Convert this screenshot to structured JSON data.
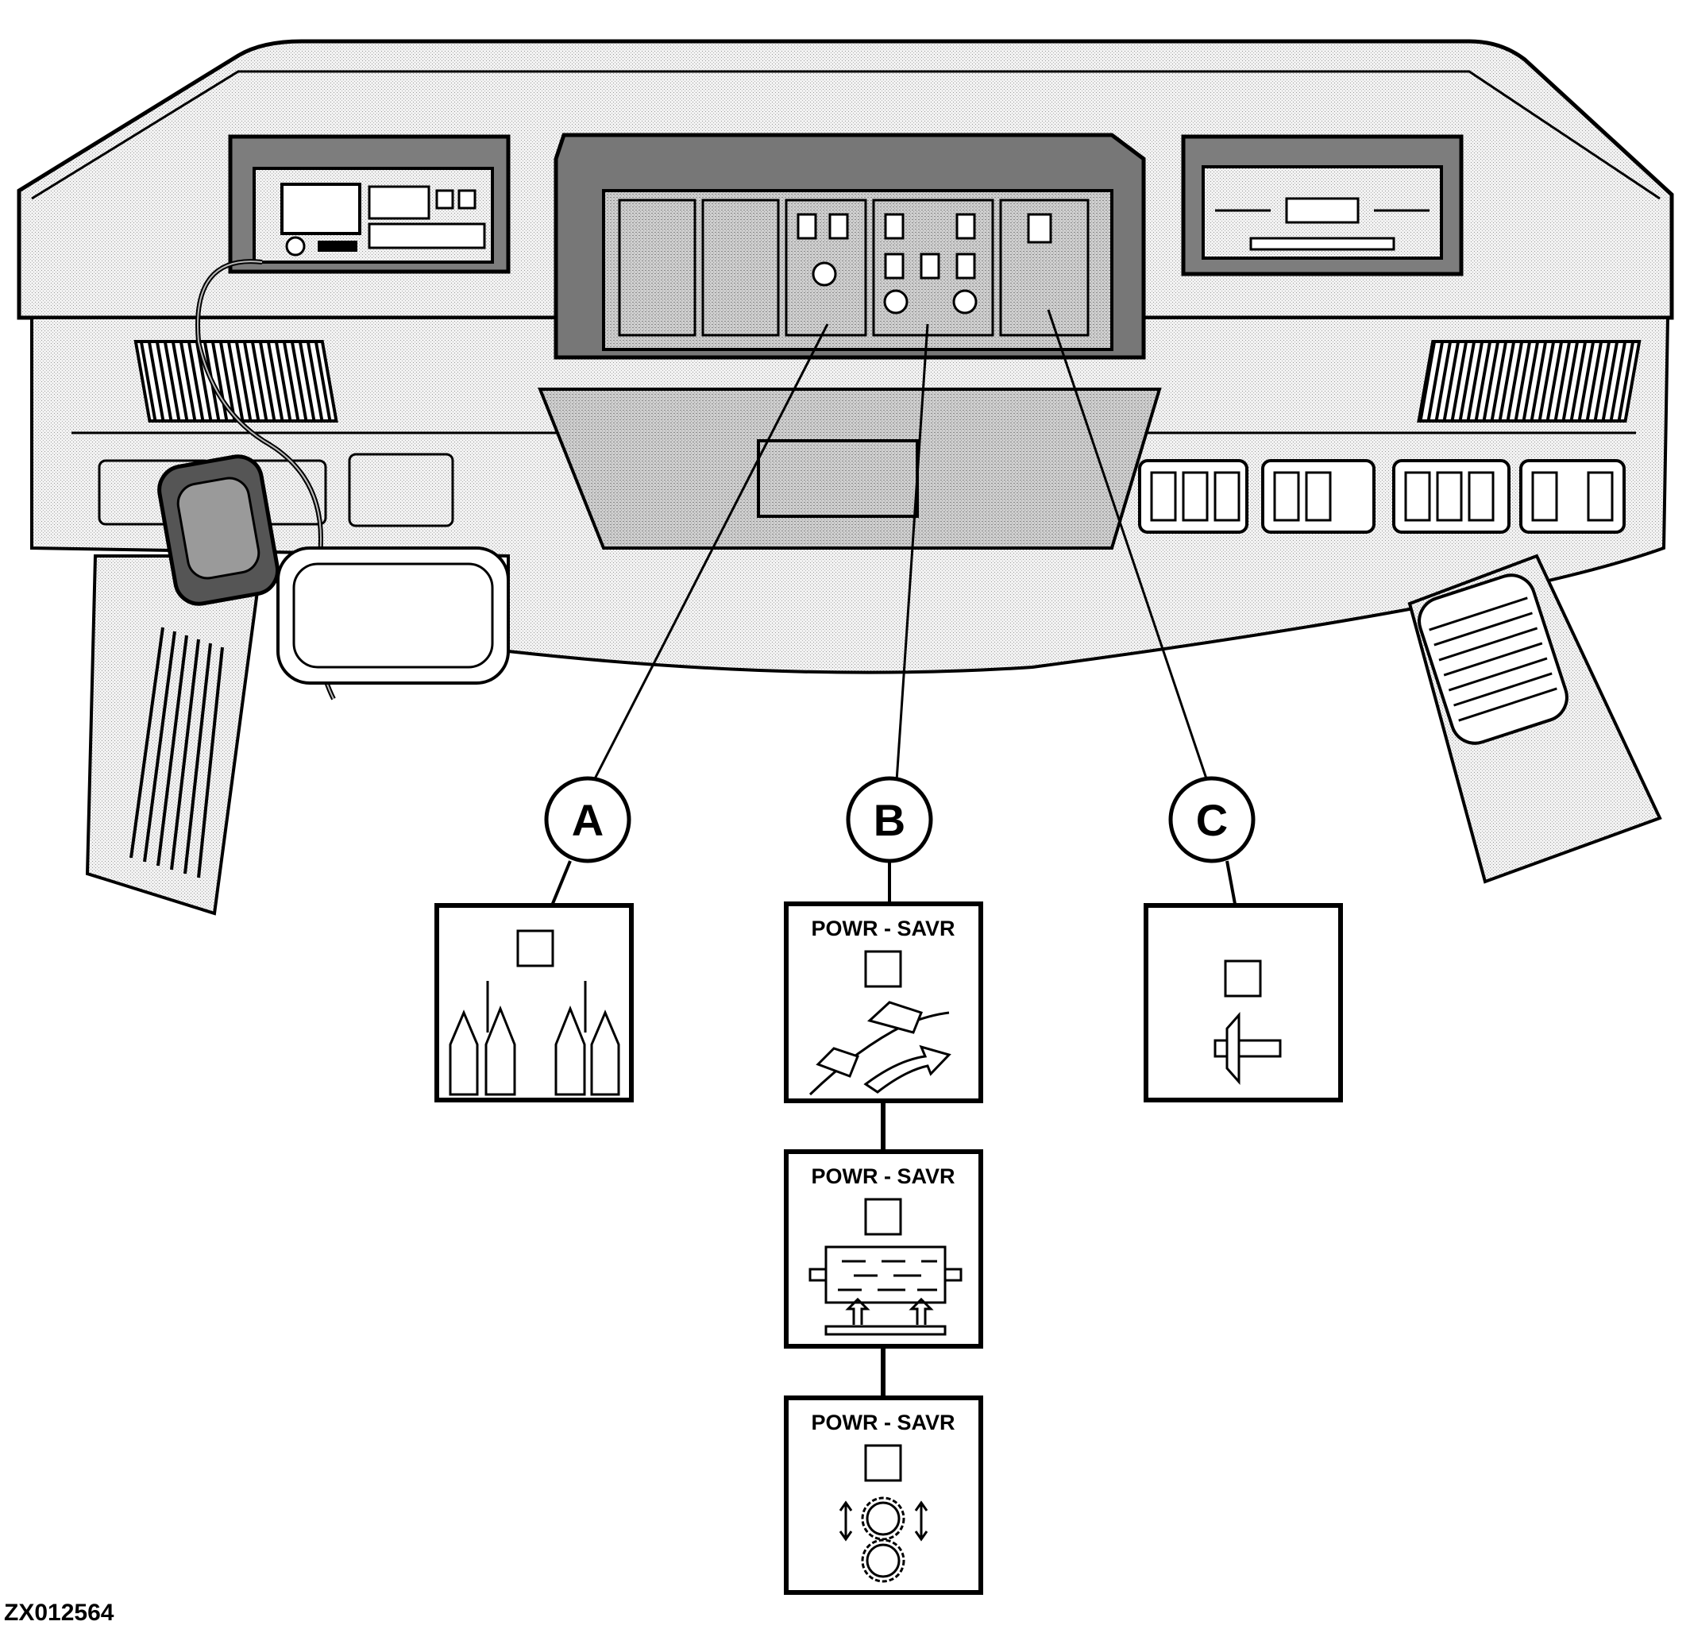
{
  "figure_id": "ZX012564",
  "callouts": [
    {
      "letter": "A"
    },
    {
      "letter": "B"
    },
    {
      "letter": "C"
    }
  ],
  "powr_savr_panels": [
    {
      "label": "POWR - SAVR",
      "symbol": "machine-on-slope"
    },
    {
      "label": "POWR - SAVR",
      "symbol": "sieve-with-arrows"
    },
    {
      "label": "POWR - SAVR",
      "symbol": "rotor-rollers"
    }
  ],
  "panel_a_symbol": "four-divider-points",
  "panel_c_symbol": "reel-fore-aft",
  "colors": {
    "line": "#000000",
    "panel_fill": "#d9d9d9",
    "background": "#ffffff"
  }
}
